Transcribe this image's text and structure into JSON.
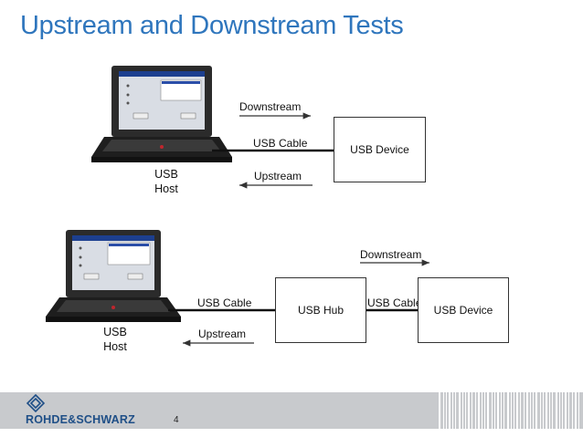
{
  "slide": {
    "title": "Upstream and Downstream Tests",
    "page_number": "4"
  },
  "diagram_top": {
    "downstream_label": "Downstream",
    "upstream_label": "Upstream",
    "cable_label": "USB Cable",
    "device_label": "USB Device",
    "host_line1": "USB",
    "host_line2": "Host"
  },
  "diagram_bottom": {
    "downstream_label": "Downstream",
    "upstream_label": "Upstream",
    "cable1_label": "USB Cable",
    "cable2_label": "USB Cable",
    "hub_label": "USB Hub",
    "device_label": "USB Device",
    "host_line1": "USB",
    "host_line2": "Host"
  },
  "footer": {
    "brand": "ROHDE&SCHWARZ"
  },
  "colors": {
    "title": "#2f76bd",
    "brand": "#1f4f87",
    "footer_gray": "#c8cacd"
  }
}
